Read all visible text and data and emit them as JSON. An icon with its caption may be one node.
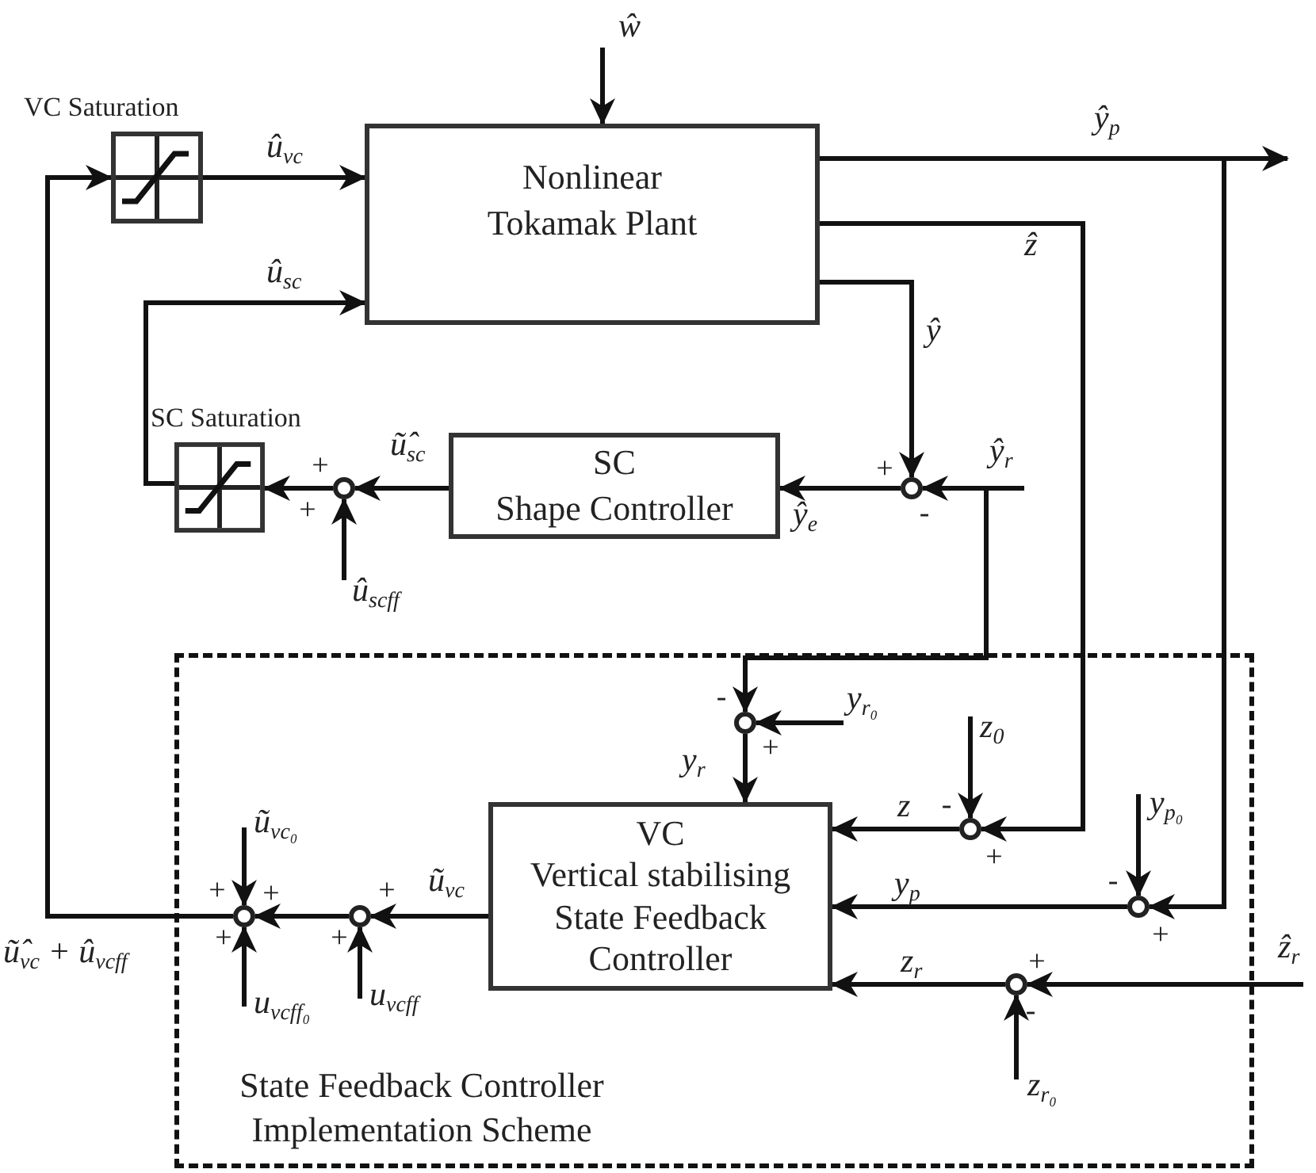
{
  "diagram": {
    "nodes": [
      {
        "text": [
          "State Feedback Controller Implementation Scheme"
        ]
      },
      {
        "text": [
          "VC Saturation"
        ]
      },
      {
        "text": [
          "Nonlinear Tokamak Plant"
        ]
      },
      {
        "text": [
          "SC Saturation"
        ]
      },
      {
        "text": [
          "SC",
          "Shape Controller"
        ]
      },
      {
        "text": [],
        "shape": "circle"
      },
      {
        "text": [],
        "shape": "circle"
      },
      {
        "text": [
          "VC",
          "Vertical stabilising State Feedback Controller"
        ],
        "in": 0
      },
      {
        "text": [],
        "shape": "circle",
        "in": 0
      },
      {
        "text": [],
        "shape": "circle",
        "in": 0
      },
      {
        "text": [],
        "shape": "circle",
        "in": 0
      },
      {
        "text": [],
        "shape": "circle",
        "in": 0
      },
      {
        "text": [],
        "shape": "circle",
        "in": 0
      },
      {
        "text": [],
        "shape": "circle",
        "in": 0
      }
    ],
    "edges": [
      {
        "from": null,
        "to": 2,
        "arrow": "to",
        "label": "ŵ"
      },
      {
        "from": 1,
        "to": 2,
        "arrow": "to",
        "label": "û$_{vc}$"
      },
      {
        "from": 3,
        "to": 2,
        "arrow": "to",
        "label": "û$_{sc}$"
      },
      {
        "from": 2,
        "to": 6,
        "arrow": "to",
        "label": "ŷ"
      },
      {
        "from": null,
        "to": 6,
        "arrow": "to",
        "label": "ŷ$_{r}$"
      },
      {
        "from": null,
        "to": 8,
        "arrow": "to"
      },
      {
        "from": 6,
        "to": 4,
        "arrow": "to",
        "label": "ŷ$_{e}$"
      },
      {
        "from": 4,
        "to": 5,
        "arrow": "to",
        "label": "ũ̂$_{sc}$"
      },
      {
        "from": null,
        "to": 5,
        "arrow": "to",
        "label": "û$_{scff}$"
      },
      {
        "from": 5,
        "to": 3,
        "arrow": "to"
      },
      {
        "from": 2,
        "to": null,
        "arrow": "to",
        "label": "ŷ$_{p}$"
      },
      {
        "from": 2,
        "to": 10,
        "arrow": "to"
      },
      {
        "from": 2,
        "to": 9,
        "arrow": "to",
        "label": "ẑ"
      },
      {
        "from": null,
        "to": 8,
        "arrow": "to",
        "label": "y$_{r₀}$"
      },
      {
        "from": 8,
        "to": 7,
        "arrow": "to",
        "label": "y$_{r}$"
      },
      {
        "from": null,
        "to": 9,
        "arrow": "to",
        "label": "z$_{0}$"
      },
      {
        "from": 9,
        "to": 7,
        "arrow": "to",
        "label": "z"
      },
      {
        "from": null,
        "to": 10,
        "arrow": "to",
        "label": "y$_{p₀}$"
      },
      {
        "from": 10,
        "to": 7,
        "arrow": "to",
        "label": "y$_{p}$"
      },
      {
        "from": null,
        "to": 11,
        "arrow": "to",
        "label": "ẑ$_{r}$"
      },
      {
        "from": null,
        "to": 11,
        "arrow": "to",
        "label": "z$_{r₀}$"
      },
      {
        "from": 11,
        "to": 7,
        "arrow": "to",
        "label": "z$_{r}$"
      },
      {
        "from": 7,
        "to": 12,
        "arrow": "to",
        "label": "ũ$_{vc}$"
      },
      {
        "from": null,
        "to": 12,
        "arrow": "to",
        "label": "u$_{vcff}$"
      },
      {
        "from": 12,
        "to": 13,
        "arrow": "to"
      },
      {
        "from": null,
        "to": 13,
        "arrow": "to",
        "label": "ũ$_{vc₀}$"
      },
      {
        "from": null,
        "to": 13,
        "arrow": "to",
        "label": "u$_{vcff₀}$"
      },
      {
        "from": 13,
        "to": 1,
        "arrow": "to",
        "label": "ũ̂$_{vc}$ + û$_{vcff}$"
      }
    ],
    "labels": [
      "+",
      "+",
      "+",
      "-",
      "-",
      "+",
      "-",
      "+",
      "-",
      "+",
      "+",
      "+",
      "+",
      "+",
      "+",
      "+",
      "-"
    ]
  }
}
